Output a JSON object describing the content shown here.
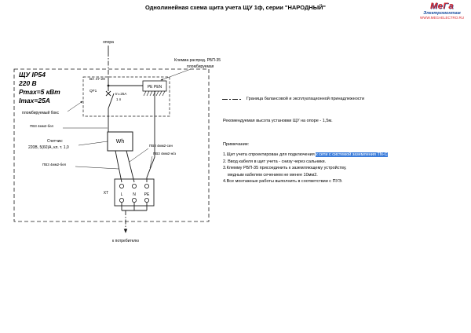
{
  "title": "Однолинейная схема щита учета ЩУ 1ф, серии \"НАРОДНЫЙ\"",
  "logo": {
    "name": "МеГа",
    "subtitle": "Электромонтаж",
    "url": "WWW.MEGAELECTRO.RU"
  },
  "colors": {
    "logo_red": "#d8262b",
    "logo_blue": "#1c4fa1",
    "highlight_bg": "#3d7edb",
    "line": "#1a1a1a"
  },
  "diagram": {
    "pole_label": "опора",
    "panel_specs": [
      "ЩУ IP54",
      "220 В",
      "Pmax=5 кВт",
      "Imax=25А"
    ],
    "sealed_box_label": "пломбируемый бокс",
    "clamp_label_line1": "Клемма распред. РБП-35",
    "clamp_label_line2": "пломбируемая",
    "breaker_type": "ВА 47-29",
    "breaker_id": "QF1",
    "breaker_rating": "In=25А",
    "breaker_poles": "1 п",
    "pepen_label": "PE PEN",
    "meter_symbol": "Wh",
    "meter_label_line1": "Счетчик:",
    "meter_label_line2": "220В, 5(60)А, кл. т. 1,0",
    "wire_label_top": "ПВ3 4мм2-бел",
    "wire_label_blue": "ПВ3 4мм2-син",
    "wire_label_pe": "ПВ3 4мм2-ж/з",
    "wire_label_bottom": "ПВ3 4мм2-бел",
    "terminal_id": "XT",
    "terminals": [
      "L",
      "N",
      "PE"
    ],
    "consumer_label": "к потребителю"
  },
  "legend": {
    "boundary_label": "Граница балансовой и эксплуатационной принадлежности"
  },
  "notes": {
    "height_note": "Рекомендуемая высота установки ЩУ на опоре - 1,5м.",
    "heading": "Примечание:",
    "item1_prefix": "1.Щит учета спроектирован для подключения ",
    "item1_highlight": "к сети с системой заземления TN-C",
    "item2": "2. Ввод кабеля в щит учета - снизу через сальники.",
    "item3a": "3.Клемму РБП-35 присоединить к заземляющему устройству,",
    "item3b": "медным кабелем сечением не менее 10мм2.",
    "item4": "4.Все монтажные работы выполнить в соответствии с ПУЭ."
  }
}
